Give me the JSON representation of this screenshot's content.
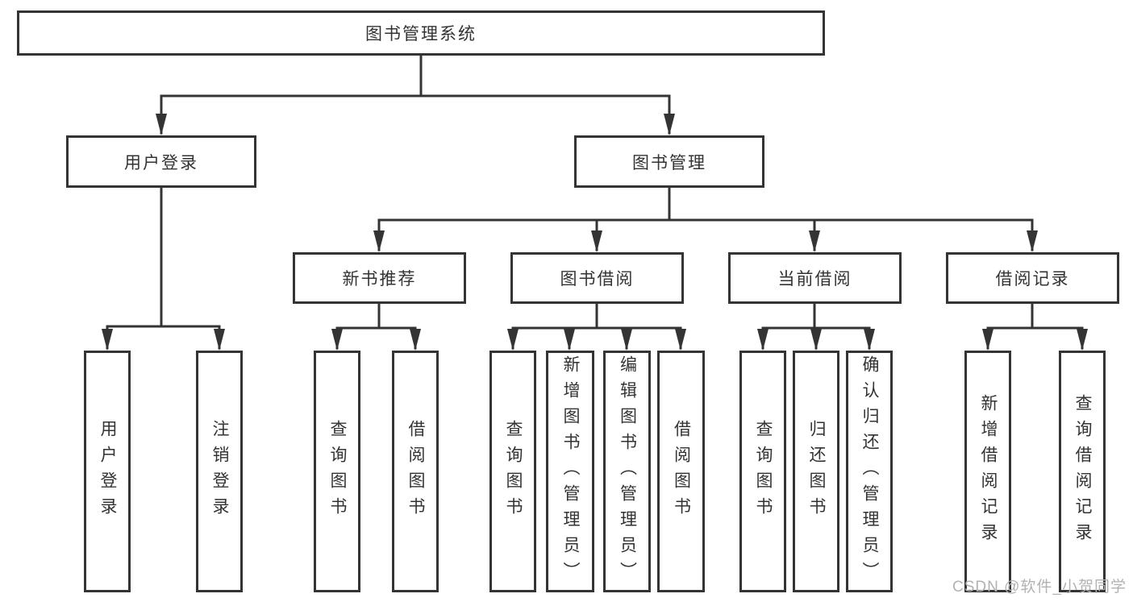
{
  "nodes": {
    "root": {
      "label": "图书管理系统"
    },
    "user_login": {
      "label": "用户登录"
    },
    "book_management": {
      "label": "图书管理"
    },
    "new_book_recommend": {
      "label": "新书推荐"
    },
    "book_borrowing": {
      "label": "图书借阅"
    },
    "current_borrowing": {
      "label": "当前借阅"
    },
    "borrowing_records": {
      "label": "借阅记录"
    },
    "leaf_user_login": {
      "label": "用户登录"
    },
    "leaf_logout": {
      "label": "注销登录"
    },
    "leaf_query_books_recommend": {
      "label": "查询图书"
    },
    "leaf_borrow_books_recommend": {
      "label": "借阅图书"
    },
    "leaf_query_books_borrowing": {
      "label": "查询图书"
    },
    "leaf_add_books_admin": {
      "label": "新增图书（管理员）"
    },
    "leaf_edit_books_admin": {
      "label": "编辑图书（管理员）"
    },
    "leaf_borrow_books_borrowing": {
      "label": "借阅图书"
    },
    "leaf_query_books_current": {
      "label": "查询图书"
    },
    "leaf_return_books": {
      "label": "归还图书"
    },
    "leaf_confirm_return_admin": {
      "label": "确认归还（管理员）"
    },
    "leaf_add_borrow_record": {
      "label": "新增借阅记录"
    },
    "leaf_query_borrow_record": {
      "label": "查询借阅记录"
    }
  },
  "watermark": {
    "text": "CSDN @软件_小贺同学"
  },
  "colors": {
    "line": "#343434",
    "text": "#333333",
    "watermark": "#b2b2b2",
    "background": "#ffffff"
  }
}
